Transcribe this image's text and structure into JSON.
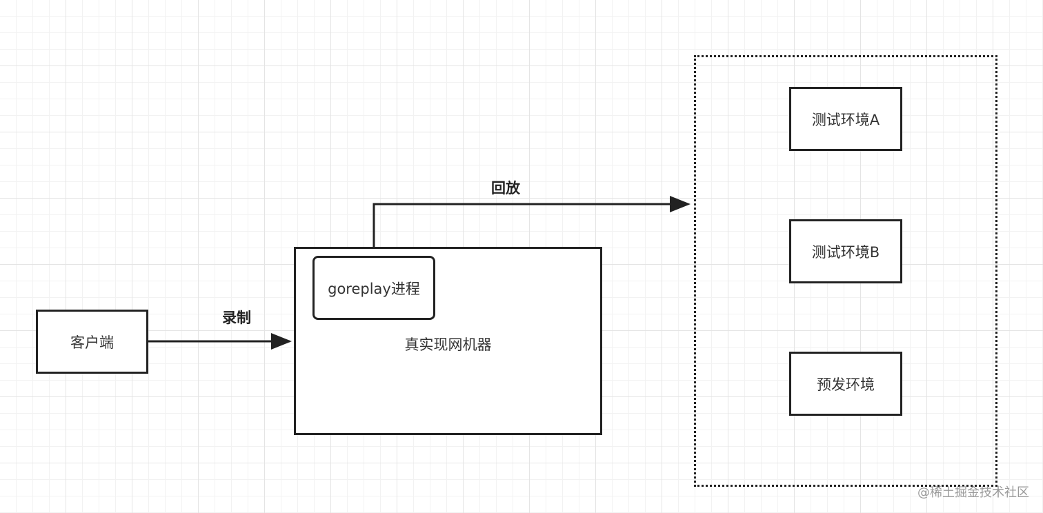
{
  "nodes": {
    "client": "客户端",
    "real_machine": "真实现网机器",
    "goreplay_process": "goreplay进程",
    "test_env_a": "测试环境A",
    "test_env_b": "测试环境B",
    "staging_env": "预发环境"
  },
  "edges": {
    "record": "录制",
    "replay": "回放"
  },
  "watermark": "@稀土掘金技术社区",
  "colors": {
    "stroke": "#222222",
    "grid": "#e4e4e4",
    "background": "#ffffff"
  }
}
